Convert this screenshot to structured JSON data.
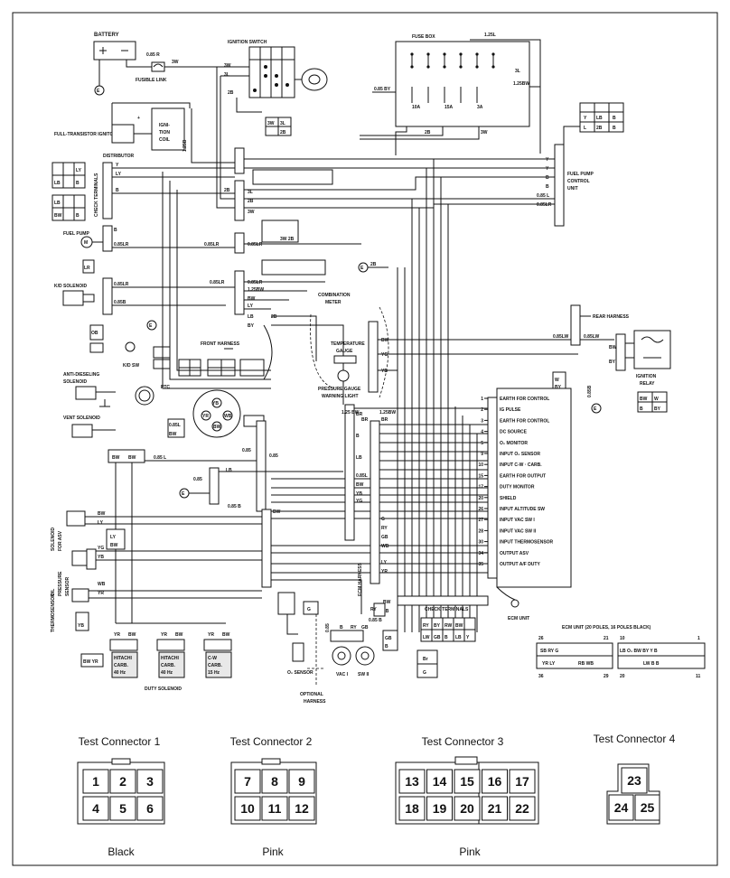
{
  "components": {
    "battery": "BATTERY",
    "fusible_link": "FUSIBLE LINK",
    "ignition_switch": "IGNITION SWITCH",
    "fuse_box": "FUSE BOX",
    "ignitor": "FULL-TRANSISTOR IGNITOR",
    "ignition_coil_1": "IGNI-",
    "ignition_coil_2": "TION",
    "ignition_coil_3": "COIL",
    "distributor": "DISTRIBUTOR",
    "check_terminals_left": "CHECK TERMINALS",
    "fuel_pump": "FUEL PUMP",
    "kd_solenoid": "K/D SOLENOID",
    "kd_sw": "K/D SW",
    "front_harness": "FRONT HARNESS",
    "anti_dieseling_1": "ANTI-DIESELING",
    "anti_dieseling_2": "SOLENOID",
    "ptc": "PTC",
    "vent_solenoid": "VENT SOLENOID",
    "solenoid_asv_1": "SOLENOID",
    "solenoid_asv_2": "FOR ASV",
    "oil_pressure_1": "OIL",
    "oil_pressure_2": "PRESSURE",
    "oil_pressure_3": "SENSOR",
    "thermosensor": "THERMOSENSOR",
    "hitachi_1": [
      "HITACHI",
      "CARB.",
      "40 Hz"
    ],
    "hitachi_2": [
      "HITACHI",
      "CARB.",
      "40 Hz"
    ],
    "cw_carb": [
      "C-W",
      "CARB.",
      "15 Hz"
    ],
    "duty_solenoid": "DUTY SOLENOID",
    "o2_sensor": "O₂ SENSOR",
    "optional_harness_1": "OPTIONAL",
    "optional_harness_2": "HARNESS",
    "vac_1": "VAC I",
    "sw_2": "SW II",
    "ecm_harness": "ECM HARNESS",
    "check_terminals_bottom": "CHECK TERMINALS",
    "ecm_unit": "ECM UNIT",
    "ecm_unit_poles": "ECM UNIT (20 POLES, 16 POLES BLACK)",
    "combination_meter_1": "COMBINATION",
    "combination_meter_2": "METER",
    "temperature_gauge_1": "TEMPERATURE",
    "temperature_gauge_2": "GAUGE",
    "pressure_gauge_1": "PRESSURE GAUGE",
    "pressure_gauge_2": "WARNING LIGHT",
    "fuel_pump_control_1": "FUEL PUMP",
    "fuel_pump_control_2": "CONTROL",
    "fuel_pump_control_3": "UNIT",
    "rear_harness": "REAR HARNESS",
    "ignition_relay_1": "IGNITION",
    "ignition_relay_2": "RELAY"
  },
  "ecm_pins": [
    {
      "num": "1",
      "label": "EARTH FOR CONTROL"
    },
    {
      "num": "2",
      "label": "IG PULSE"
    },
    {
      "num": "3",
      "label": "EARTH FOR CONTROL"
    },
    {
      "num": "4",
      "label": "DC SOURCE"
    },
    {
      "num": "5",
      "label": "O₂ MONITOR"
    },
    {
      "num": "9",
      "label": "INPUT O₂ SENSOR"
    },
    {
      "num": "10",
      "label": "INPUT C-W · CARB."
    },
    {
      "num": "15",
      "label": "EARTH FOR OUTPUT"
    },
    {
      "num": "17",
      "label": "DUTY MONITOR"
    },
    {
      "num": "20",
      "label": "SHIELD"
    },
    {
      "num": "26",
      "label": "INPUT ALTITUDE SW"
    },
    {
      "num": "27",
      "label": "INPUT VAC SW I"
    },
    {
      "num": "28",
      "label": "INPUT VAC SW II"
    },
    {
      "num": "30",
      "label": "INPUT THERMOSENSOR"
    },
    {
      "num": "34",
      "label": "OUTPUT ASV"
    },
    {
      "num": "35",
      "label": "OUTPUT A/F DUTY"
    }
  ],
  "wire_codes": {
    "bat_1": "0.85 R",
    "bat_2": "3W",
    "ign_1": "3W",
    "ign_2": "3L",
    "ign_3": "2B",
    "fuse_1": "1.25L",
    "fuse_2": "0.85 BY",
    "fuse_3": "1.25BW",
    "fuse_4": "3L",
    "fuse_5": "2B",
    "fuse_6": "3W",
    "d_1": "1.25B",
    "d_2": "Y",
    "d_3": "LY",
    "d_4": "B",
    "m_1": "2B",
    "m_2": "3L",
    "m_3": "2B",
    "m_4": "3W",
    "m_5": "0.85LR",
    "m_6": "0.85LR",
    "m_7": "0.85LR",
    "m_8": "0.85LR",
    "m_9": "1.25BW",
    "m_10": "BW",
    "m_11": "LY",
    "m_12": "LB",
    "m_13": "BY",
    "m_14": "2B",
    "r_1": "Y",
    "r_2": "Y",
    "r_3": "B",
    "r_4": "B",
    "r_5": "0.85 L",
    "r_6": "0.85LR",
    "r_7": "0.85LW",
    "r_8": "0.85LW",
    "r_9": "BW",
    "r_10": "BY",
    "r_11": "0.85B",
    "c_1": "BW",
    "c_2": "YG",
    "c_3": "YB",
    "c_4": "1.25 BW",
    "c_5": "BR",
    "c_6": "1.25BW",
    "c_7": "BR",
    "e_1": "BR",
    "e_2": "Y",
    "e_3": "B",
    "e_4": "BW",
    "e_5": "O",
    "e_6": "LB",
    "e_7": "BR",
    "e_8": "0.85L",
    "e_9": "BW",
    "e_10": "YB",
    "e_11": "YG",
    "e_12": "G",
    "e_13": "RY",
    "e_14": "GB",
    "e_15": "WB",
    "e_16": "LY",
    "e_17": "YR",
    "l_1": "BW",
    "l_2": "LY",
    "l_3": "YG",
    "l_4": "YB",
    "l_5": "WB",
    "l_6": "YR",
    "l_7": "0.85 L",
    "l_8": "0.85",
    "l_9": "0.85 B",
    "l_10": "LB",
    "l_11": "BW",
    "l_12": "BW",
    "l_13": "YR",
    "l_14": "BW",
    "l_15": "0.85",
    "l_16": "0.85",
    "b_1": "YR",
    "b_2": "BW",
    "b_3": "YR",
    "b_4": "BW",
    "b_5": "YR",
    "b_6": "BW",
    "b_7": "0.85",
    "b_8": "B",
    "b_9": "RY",
    "b_10": "GB",
    "b_11": "0.85 B",
    "b_12": "BW",
    "b_13": "2B"
  },
  "ecm_connector": {
    "top_left_1": "26",
    "top_left_2": "21",
    "bottom_left_1": "36",
    "bottom_left_2": "29",
    "top_right_1": "10",
    "top_right_2": "1",
    "bottom_right_1": "20",
    "bottom_right_2": "11"
  },
  "test_connectors": [
    {
      "title": "Test Connector 1",
      "color": "Black",
      "rows": [
        [
          "1",
          "2",
          "3"
        ],
        [
          "4",
          "5",
          "6"
        ]
      ]
    },
    {
      "title": "Test Connector 2",
      "color": "Pink",
      "rows": [
        [
          "7",
          "8",
          "9"
        ],
        [
          "10",
          "11",
          "12"
        ]
      ]
    },
    {
      "title": "Test Connector 3",
      "color": "Pink",
      "rows": [
        [
          "13",
          "14",
          "15",
          "16",
          "17"
        ],
        [
          "18",
          "19",
          "20",
          "21",
          "22"
        ]
      ]
    },
    {
      "title": "Test Connector 4",
      "color": "",
      "rows": [
        [
          "23"
        ],
        [
          "24",
          "25"
        ]
      ]
    }
  ]
}
